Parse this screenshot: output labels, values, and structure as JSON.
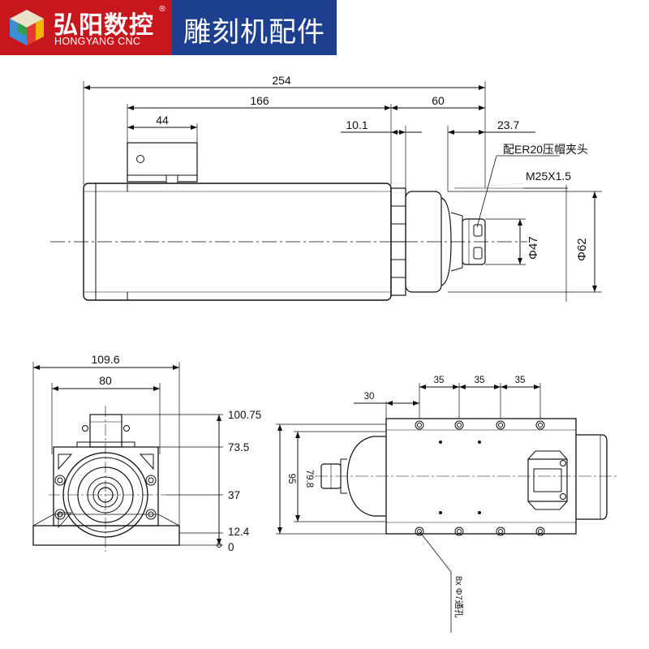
{
  "header": {
    "brand_cn": "弘阳数控",
    "brand_en": "HONGYANG CNC",
    "registered_mark": "®",
    "title": "雕刻机配件",
    "colors": {
      "brand_red": "#c8161d",
      "banner_blue": "#1c3f8f"
    }
  },
  "side_view": {
    "dim_total_length": "254",
    "dim_body": "166",
    "dim_nose": "60",
    "dim_terminal_box": "44",
    "dim_flange": "10.1",
    "dim_collet": "23.7",
    "collet_note": "配ER20压帽夹头",
    "thread_note": "M25X1.5",
    "dia_47": "Φ47",
    "dia_62": "Φ62"
  },
  "front_view": {
    "width_total": "109.6",
    "width_inner": "80",
    "heights": [
      "100.75",
      "73.5",
      "37",
      "12.4",
      "0"
    ]
  },
  "top_view": {
    "spacings": [
      "35",
      "35",
      "35"
    ],
    "offset": "30",
    "height_outer": "95",
    "height_inner": "79.8",
    "hole_note": "8x Φ7通孔"
  }
}
